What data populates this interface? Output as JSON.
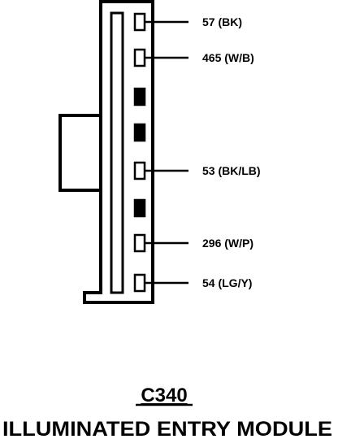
{
  "connector": {
    "id": "C340",
    "title": "ILLUMINATED ENTRY MODULE"
  },
  "colors": {
    "ink": "#000000",
    "background": "#ffffff"
  },
  "pins": [
    {
      "label": "57 (BK)",
      "state": "wired"
    },
    {
      "label": "465 (W/B)",
      "state": "wired"
    },
    {
      "label": "",
      "state": "empty"
    },
    {
      "label": "",
      "state": "empty"
    },
    {
      "label": "53 (BK/LB)",
      "state": "wired"
    },
    {
      "label": "",
      "state": "empty"
    },
    {
      "label": "296 (W/P)",
      "state": "wired"
    },
    {
      "label": "54 (LG/Y)",
      "state": "wired"
    }
  ]
}
